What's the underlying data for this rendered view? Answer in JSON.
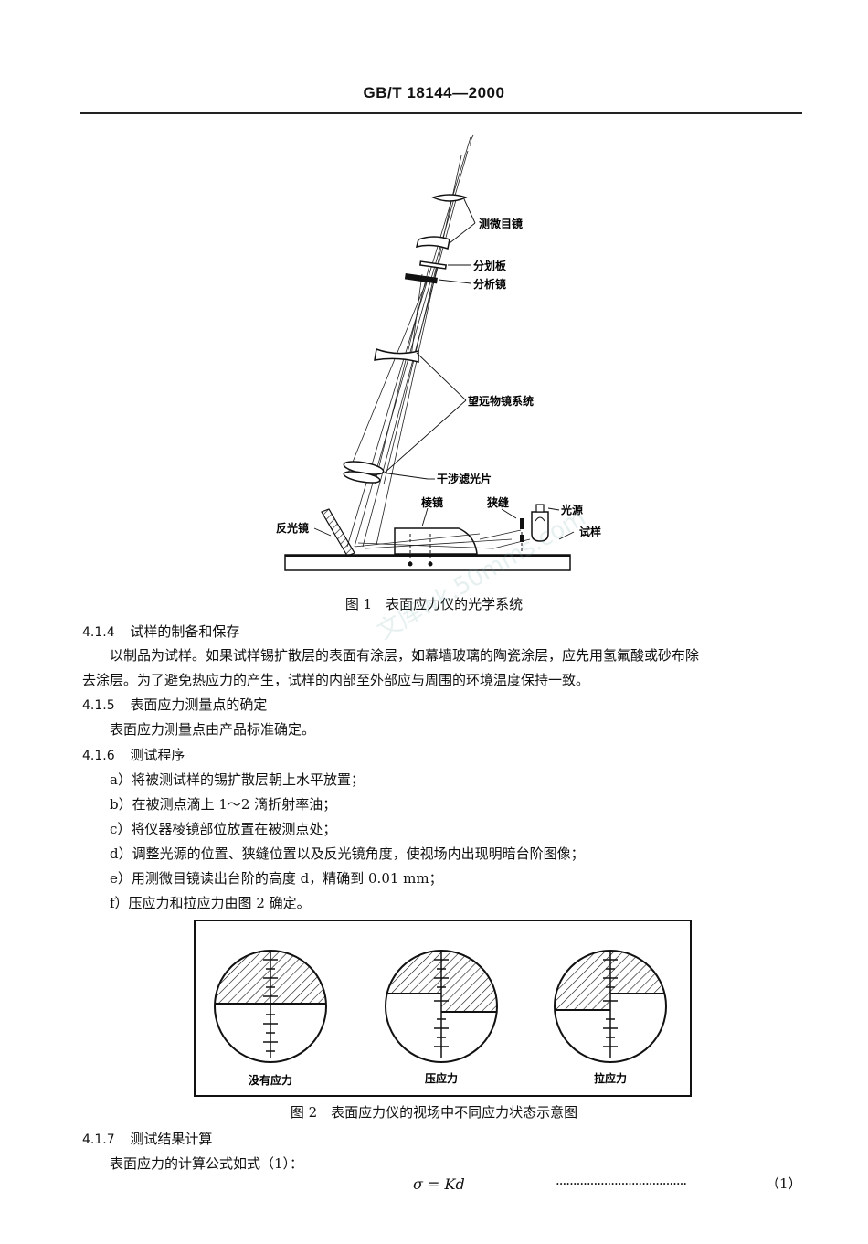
{
  "header": {
    "standard_number": "GB/T 18144—2000"
  },
  "figure1": {
    "labels": {
      "eyepiece": "测微目镜",
      "reticle": "分划板",
      "analyzer": "分析镜",
      "telescope": "望远物镜系统",
      "filter": "干涉滤光片",
      "prism": "棱镜",
      "slit": "狭缝",
      "light_source": "光源",
      "reflector": "反光镜",
      "specimen": "试样"
    },
    "caption": "图 1　表面应力仪的光学系统"
  },
  "watermark": "文库wk.50mms.com",
  "section_414": {
    "number": "4.1.4",
    "title": "试样的制备和保存",
    "lines": [
      "以制品为试样。如果试样锡扩散层的表面有涂层，如幕墙玻璃的陶瓷涂层，应先用氢氟酸或砂布除",
      "去涂层。为了避免热应力的产生，试样的内部至外部应与周围的环境温度保持一致。"
    ]
  },
  "section_415": {
    "number": "4.1.5",
    "title": "表面应力测量点的确定",
    "text": "表面应力测量点由产品标准确定。"
  },
  "section_416": {
    "number": "4.1.6",
    "title": "测试程序",
    "steps": [
      "a）将被测试样的锡扩散层朝上水平放置；",
      "b）在被测点滴上 1～2 滴折射率油；",
      "c）将仪器棱镜部位放置在被测点处；",
      "d）调整光源的位置、狭缝位置以及反光镜角度，使视场内出现明暗台阶图像；",
      "e）用测微目镜读出台阶的高度 d，精确到 0.01 mm；",
      "f）压应力和拉应力由图 2 确定。"
    ]
  },
  "figure2": {
    "states": [
      "没有应力",
      "压应力",
      "拉应力"
    ],
    "caption": "图 2　表面应力仪的视场中不同应力状态示意图"
  },
  "section_417": {
    "number": "4.1.7",
    "title": "测试结果计算",
    "text": "表面应力的计算公式如式（1）：",
    "formula": "σ = Kd",
    "dots": "······································",
    "equation_number": "（1）"
  }
}
